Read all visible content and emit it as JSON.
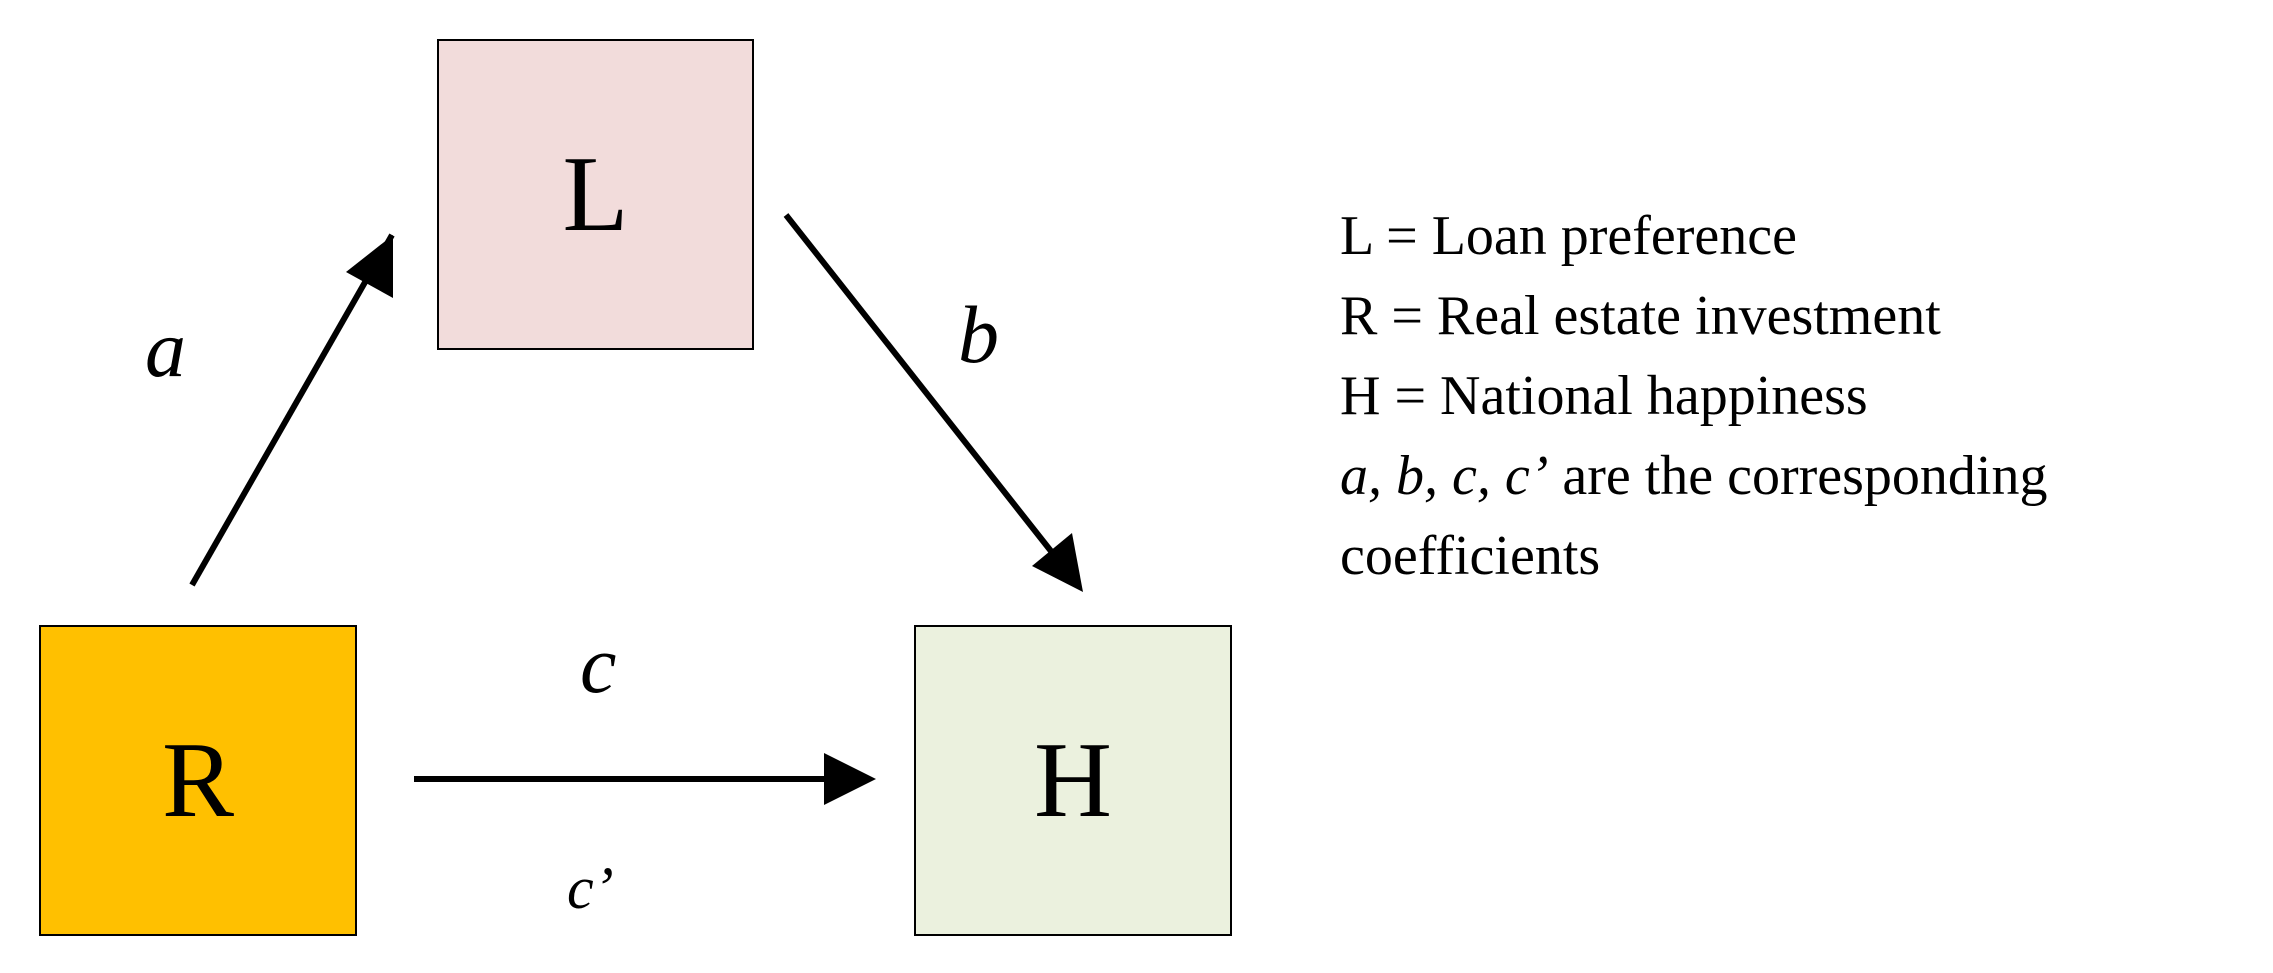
{
  "nodes": {
    "l": {
      "label": "L",
      "fill": "#F2DCDB"
    },
    "r": {
      "label": "R",
      "fill": "#FFC000"
    },
    "h": {
      "label": "H",
      "fill": "#EBF1DE"
    }
  },
  "edges": [
    {
      "from": "R",
      "to": "L",
      "label": "a"
    },
    {
      "from": "L",
      "to": "H",
      "label": "b"
    },
    {
      "from": "R",
      "to": "H",
      "label": "c",
      "label_below": "cʼ"
    }
  ],
  "legend": {
    "lines": [
      "L = Loan preference",
      "R = Real estate investment",
      "H = National happiness"
    ],
    "coefficients_symbols": "a, b, c, cʼ",
    "coefficients_text": " are the corresponding",
    "coefficients_text_2": "coefficients"
  }
}
